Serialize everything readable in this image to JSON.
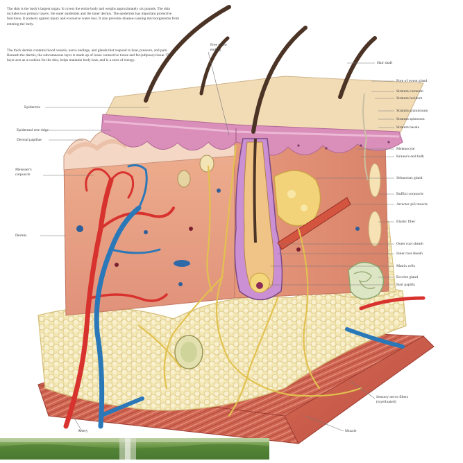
{
  "intro": {
    "paragraph1": "The skin is the body's largest organ. It covers the entire body and weighs approximately six pounds. The skin includes two primary layers: the outer epidermis and the inner dermis. The epidermis has important protective functions. It protects against injury and excessive water loss. It also prevents disease-causing microorganisms from entering the body.",
    "paragraph2": "The thick dermis contains blood vessels, nerve endings, and glands that respond to heat, pressure, and pain. Beneath the dermis, the subcutaneous layer is made up of loose connective tissue and fat (adipose) tissue. This layer acts as a cushion for the skin, helps maintain body heat, and is a store of energy."
  },
  "labels": {
    "free_nerve_ending": "Free nerve ending",
    "hair_shaft": "Hair shaft",
    "pore_of_sweat_gland": "Pore of sweat gland",
    "stratum_corneum": "Stratum corneum",
    "stratum_lucidum": "Stratum lucidum",
    "stratum_granulosum": "Stratum granulosum",
    "stratum_spinosum": "Stratum spinosum",
    "stratum_basale": "Stratum basale",
    "melanocyte": "Melanocyte",
    "krauses_end_bulb": "Krause's end bulb",
    "sebaceous_gland": "Sebaceous gland",
    "ruffini_corpuscle": "Ruffini corpuscle",
    "arrector_pili_muscle": "Arrector pili muscle",
    "elastic_fiber": "Elastic fiber",
    "outer_root_sheath": "Outer root sheath",
    "inner_root_sheath": "Inner root sheath",
    "matrix_cells": "Matrix cells",
    "eccrine_gland": "Eccrine gland",
    "hair_papilla": "Hair papilla",
    "sensory_nerve_fibers": "Sensory nerve fibers (myelinated)",
    "muscle": "Muscle",
    "artery": "Artery",
    "epidermis": "Epidermis",
    "epidermal_rete_ridge": "Epidermal rete ridge",
    "dermal_papillae": "Dermal papillae",
    "meissners_corpuscle": "Meissner's corpuscle",
    "dermis": "Dermis"
  },
  "colors": {
    "tissue": "#e8a07f",
    "epidermis": "#d98fb9",
    "surface": "#f2dcb6",
    "fat": "#f4eab9",
    "muscle": "#cf6450",
    "artery": "#d8322f",
    "vein": "#2b78b8",
    "nerve": "#e2c14f",
    "hair": "#4b3426",
    "grass": "#5d8a3a"
  }
}
